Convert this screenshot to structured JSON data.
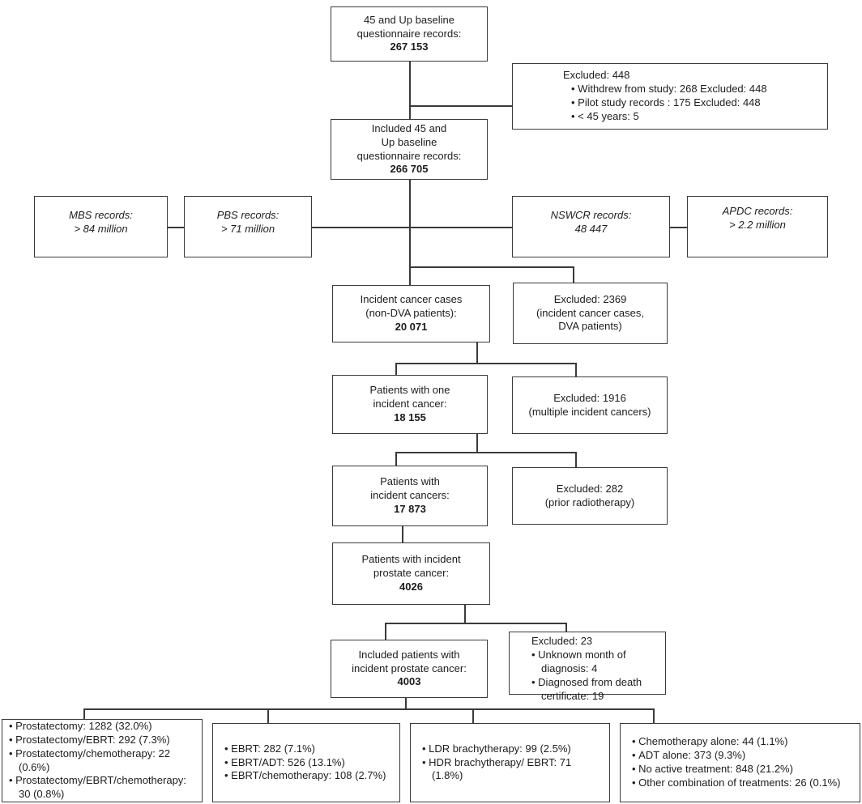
{
  "flow": {
    "baseline": {
      "line1": "45 and Up baseline",
      "line2": "questionnaire records:",
      "value": "267 153"
    },
    "included_baseline": {
      "line1": "Included 45 and",
      "line2": "Up baseline",
      "line3": "questionnaire records:",
      "value": "266 705"
    },
    "incident_cases": {
      "line1": "Incident cancer cases",
      "line2": "(non-DVA patients):",
      "value": "20 071"
    },
    "one_incident": {
      "line1": "Patients with one",
      "line2": "incident cancer:",
      "value": "18 155"
    },
    "incident_cancers": {
      "line1": "Patients with",
      "line2": "incident cancers:",
      "value": "17 873"
    },
    "prostate": {
      "line1": "Patients with incident",
      "line2": "prostate cancer:",
      "value": "4026"
    },
    "included_prostate": {
      "line1": "Included patients with",
      "line2": "incident prostate cancer:",
      "value": "4003"
    }
  },
  "records": {
    "mbs": {
      "line1": "MBS records:",
      "line2": "> 84 million"
    },
    "pbs": {
      "line1": "PBS records:",
      "line2": "> 71 million"
    },
    "nswcr": {
      "line1": "NSWCR records:",
      "line2": "48 447"
    },
    "apdc": {
      "line1": "APDC records:",
      "line2": "> 2.2 million"
    }
  },
  "exclusions": {
    "baseline": {
      "header": "Excluded: 448",
      "items": [
        "Withdrew from study: 268 Excluded: 448",
        "Pilot study records : 175 Excluded: 448",
        "< 45 years: 5"
      ]
    },
    "dva": {
      "line1": "Excluded: 2369",
      "line2": "(incident cancer cases,",
      "line3": "DVA patients)"
    },
    "multiple": {
      "line1": "Excluded: 1916",
      "line2": "(multiple incident cancers)"
    },
    "prior_rt": {
      "line1": "Excluded: 282",
      "line2": "(prior radiotherapy)"
    },
    "prostate": {
      "header": "Excluded: 23",
      "items": [
        "Unknown month of diagnosis: 4",
        "Diagnosed from death certificate: 19"
      ]
    }
  },
  "treatments": {
    "prostatectomy": {
      "items": [
        "Prostatectomy: 1282 (32.0%)",
        "Prostatectomy/EBRT: 292 (7.3%)",
        "Prostatectomy/chemotherapy: 22 (0.6%)",
        "Prostatectomy/EBRT/chemotherapy: 30 (0.8%)"
      ]
    },
    "ebrt": {
      "items": [
        "EBRT: 282 (7.1%)",
        "EBRT/ADT: 526 (13.1%)",
        "EBRT/chemotherapy: 108 (2.7%)"
      ]
    },
    "brachytherapy": {
      "items": [
        "LDR brachytherapy: 99 (2.5%)",
        "HDR brachytherapy/ EBRT: 71 (1.8%)"
      ]
    },
    "other": {
      "items": [
        "Chemotherapy alone: 44 (1.1%)",
        "ADT alone: 373 (9.3%)",
        "No active treatment: 848 (21.2%)",
        "Other combination of treatments: 26 (0.1%)"
      ]
    }
  },
  "colors": {
    "box_border": "#3a3a3a",
    "connector": "#3a3a3a",
    "text": "#1c1c1c",
    "background": "#ffffff"
  }
}
